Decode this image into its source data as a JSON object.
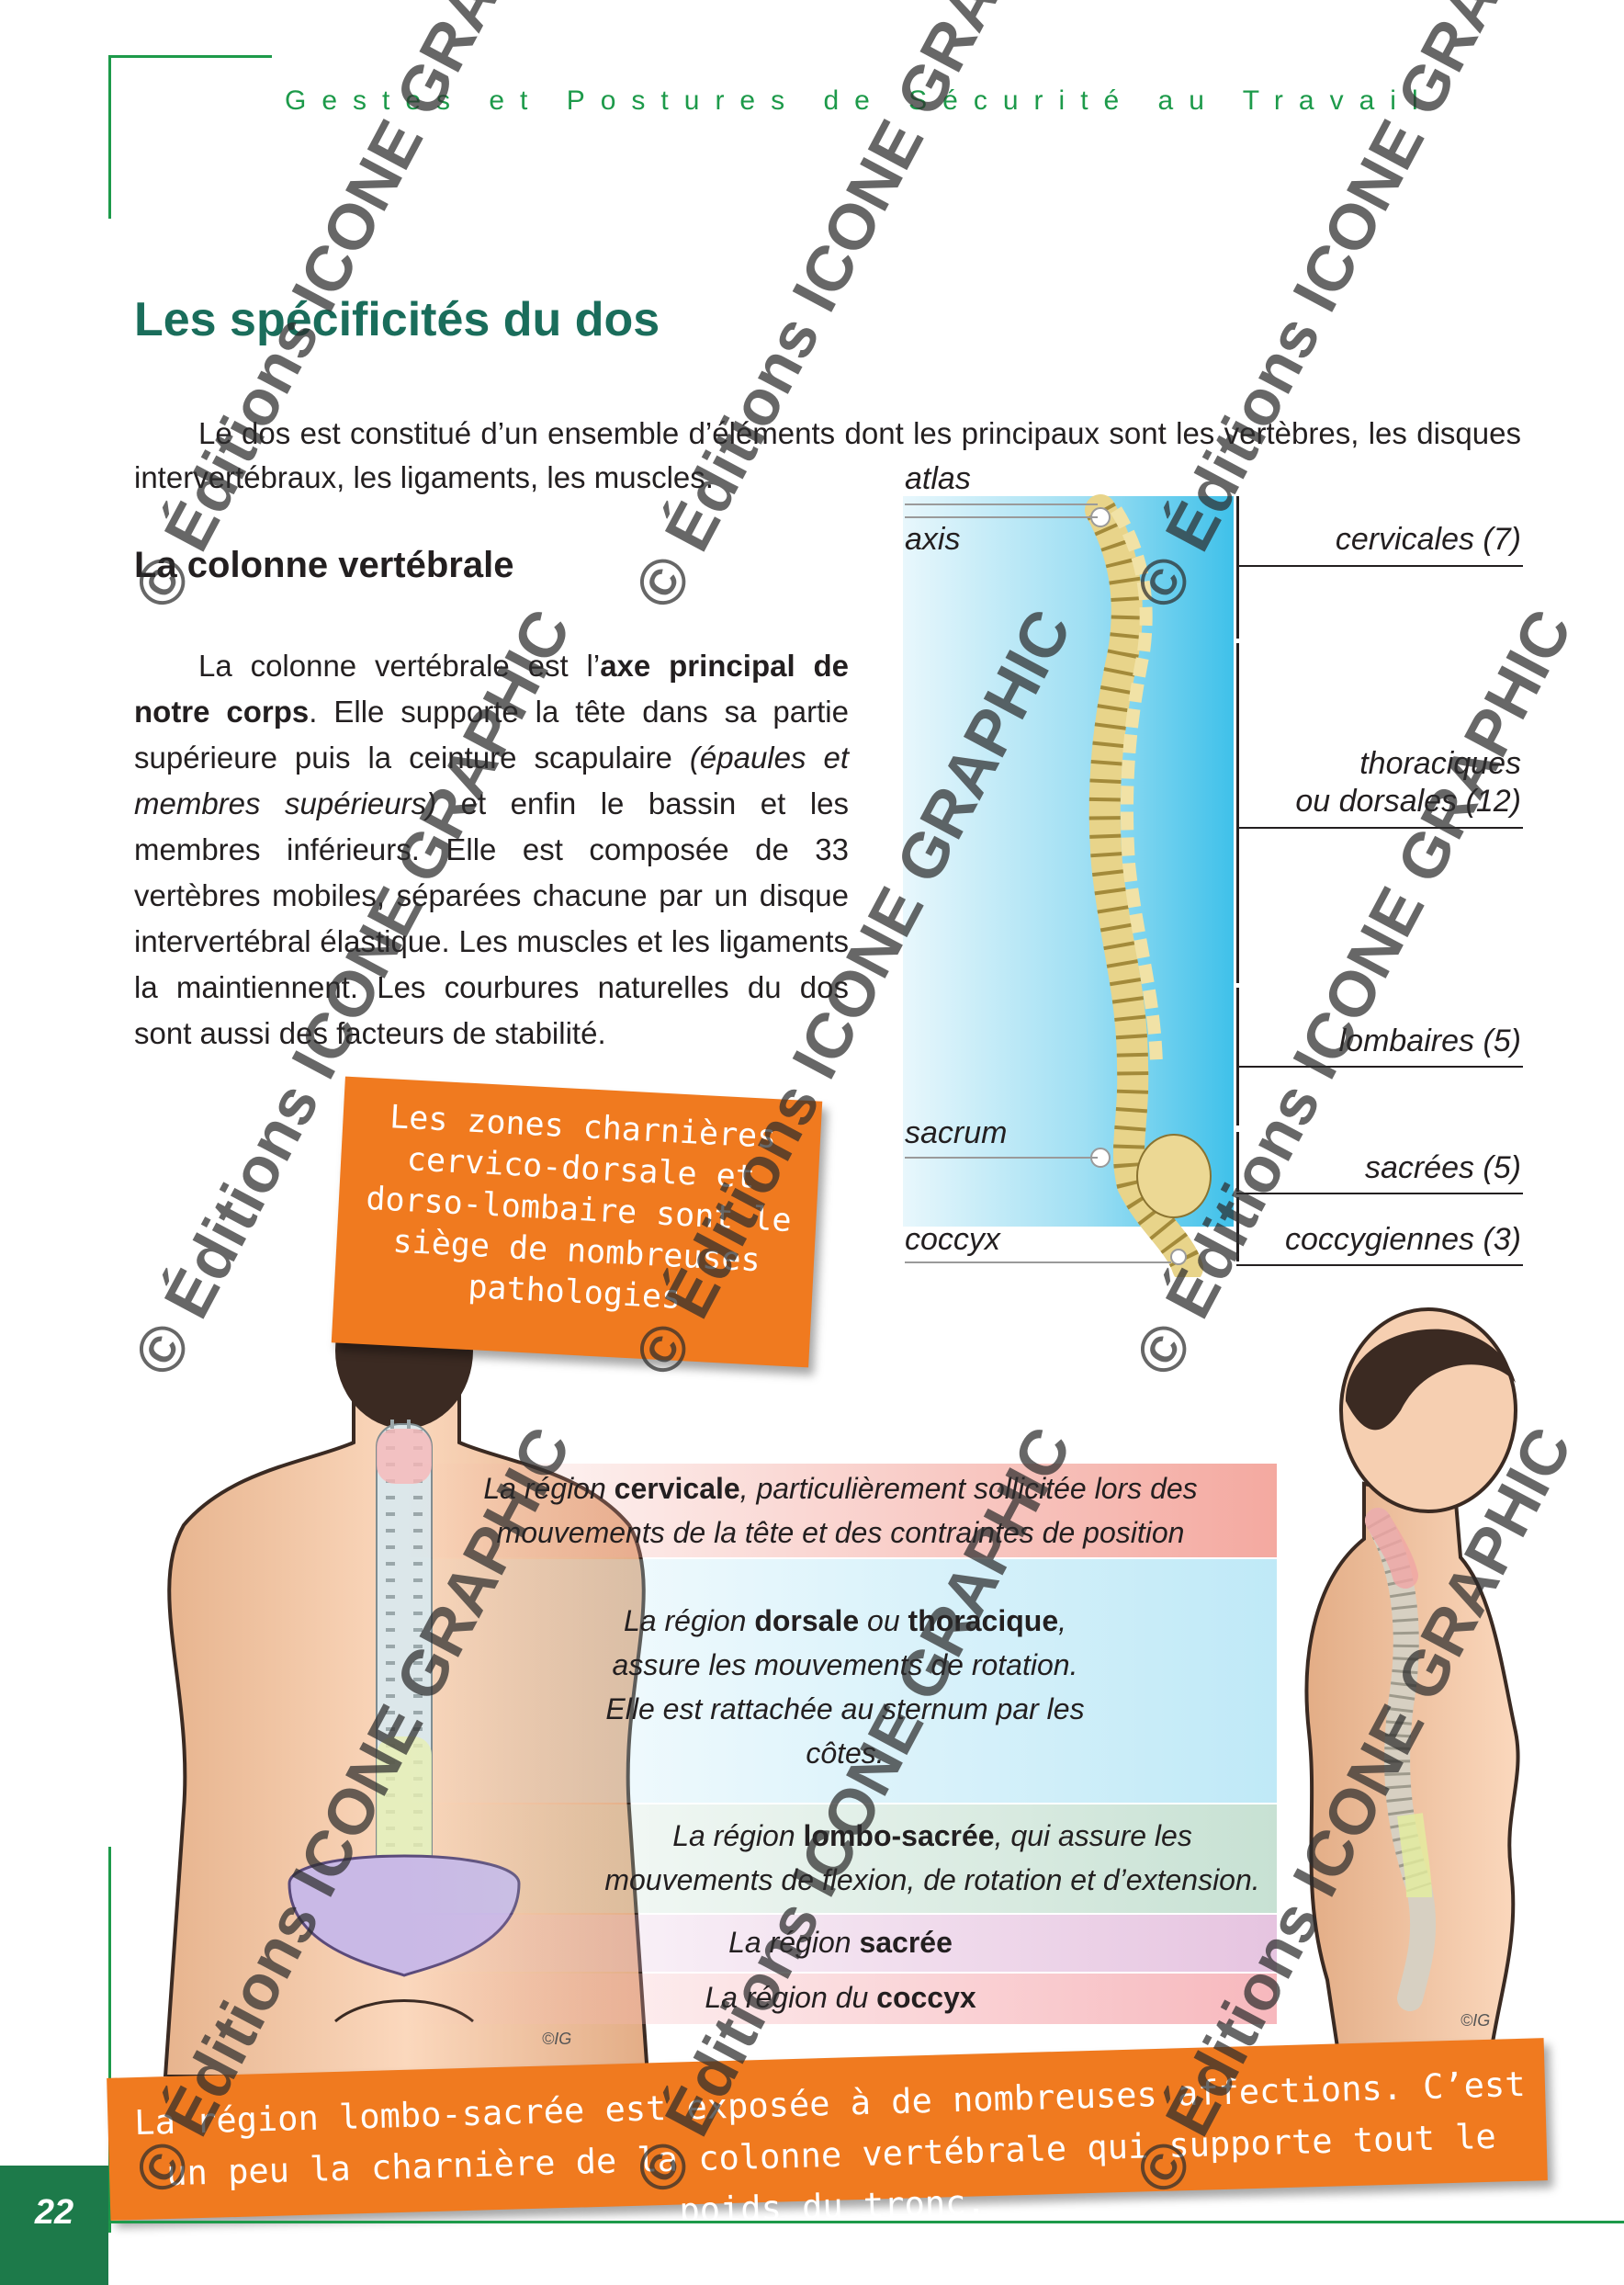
{
  "header": {
    "running_title": "Gestes et Postures de Sécurité au Travail"
  },
  "title": "Les spécificités du dos",
  "intro": "Le dos est constitué d’un ensemble d’éléments dont les principaux sont les vertèbres, les disques intervertébraux, les ligaments, les muscles.",
  "subtitle": "La colonne vertébrale",
  "body": {
    "p1": "La colonne vertébrale est l’",
    "b1": "axe principal de notre corps",
    "p2": ". Elle supporte la tête dans sa partie supérieure puis la ceinture scapulaire ",
    "i1": "(épaules et membres supérieurs)",
    "p3": " et enfin le bassin et les membres inférieurs. Elle est composée de 33 vertèbres mobiles, séparées chacune par un disque intervertébral élastique. Les muscles et les ligaments la maintiennent. Les courbures naturelles du dos sont aussi des facteurs de stabilité."
  },
  "spine_left_labels": {
    "atlas": "atlas",
    "axis": "axis",
    "sacrum": "sacrum",
    "coccyx": "coccyx"
  },
  "spine_right_labels": {
    "cervical": "cervicales (7)",
    "thoracic_1": "thoraciques",
    "thoracic_2": "ou dorsales (12)",
    "lumbar": "lombaires (5)",
    "sacral": "sacrées (5)",
    "coccygeal": "coccygiennes (3)"
  },
  "callout_hinge": "Les zones charnières cervico-dorsale et dorso-lombaire sont le siège de nombreuses pathologies",
  "regions": {
    "cervical": {
      "pre": "La région ",
      "bold": "cervicale",
      "post": ", particulièrement sollicitée lors des mouvements de la tête et des contraintes de position"
    },
    "dorsal": {
      "pre": "La région ",
      "bold": "dorsale",
      "mid": " ou ",
      "bold2": "thoracique",
      "post": ", assure les mouvements de rotation. Elle est rattachée au sternum par les côtes."
    },
    "lumbosacral": {
      "pre": "La région ",
      "bold": "lombo-sacrée",
      "post": ", qui assure les mouvements de flexion, de rotation et d’extension."
    },
    "sacral": {
      "pre": "La région ",
      "bold": "sacrée"
    },
    "coccyx": {
      "pre": "La région du ",
      "bold": "coccyx"
    }
  },
  "callout_lumbar": "La région lombo-sacrée est exposée à de nombreuses affections. C’est un peu la charnière de la colonne vertébrale qui supporte tout le poids du tronc.",
  "page_number": "22",
  "watermark": "© Éditions ICONE GRAPHIC",
  "signature": "©IG",
  "colors": {
    "green": "#1d9a4a",
    "title_green": "#1a6d5b",
    "orange": "#f07a1f",
    "band_cervical": "#f4a9a0",
    "band_dorsal": "#bfe9f7",
    "band_lumbar": "#c7e1d3",
    "band_sacral": "#e6c4e0",
    "band_coccyx": "#f7b8bd"
  }
}
